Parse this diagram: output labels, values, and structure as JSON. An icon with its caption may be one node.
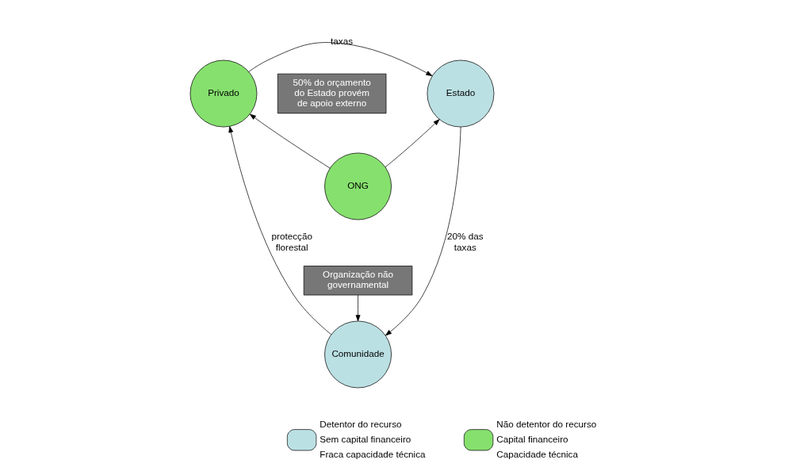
{
  "diagram": {
    "nodes": [
      {
        "text": [
          "Estado"
        ]
      },
      {
        "text": [
          "Privado"
        ]
      },
      {
        "text": [
          "ONG"
        ]
      },
      {
        "text": [
          "Comunidade"
        ]
      },
      {
        "text": [
          "50% do orçamento do Estado provém de apoio externo"
        ]
      },
      {
        "text": [
          "Organização não governamental"
        ]
      }
    ],
    "edges": [
      {
        "from": 1,
        "to": 0,
        "arrow": "to",
        "label": "taxas"
      },
      {
        "from": 2,
        "to": 0,
        "arrow": "to"
      },
      {
        "from": 2,
        "to": 1,
        "arrow": "to"
      },
      {
        "from": 5,
        "to": 3,
        "arrow": "to"
      },
      {
        "from": 0,
        "to": 3,
        "arrow": "to",
        "label": "20% das taxas"
      },
      {
        "from": 3,
        "to": 1,
        "arrow": "to",
        "label": "protecção florestal"
      }
    ],
    "legend": [
      {
        "text": "Detentor do recurso",
        "color": "#bbe0e3"
      },
      {
        "text": "Sem capital financeiro",
        "color": "#bbe0e3"
      },
      {
        "text": "Fraca capacidade técnica",
        "color": "#bbe0e3"
      },
      {
        "text": "Não detentor do recurso",
        "color": "#86e06e"
      },
      {
        "text": "Capital financeiro",
        "color": "#86e06e"
      },
      {
        "text": "Capacidade técnica",
        "color": "#86e06e"
      }
    ]
  }
}
